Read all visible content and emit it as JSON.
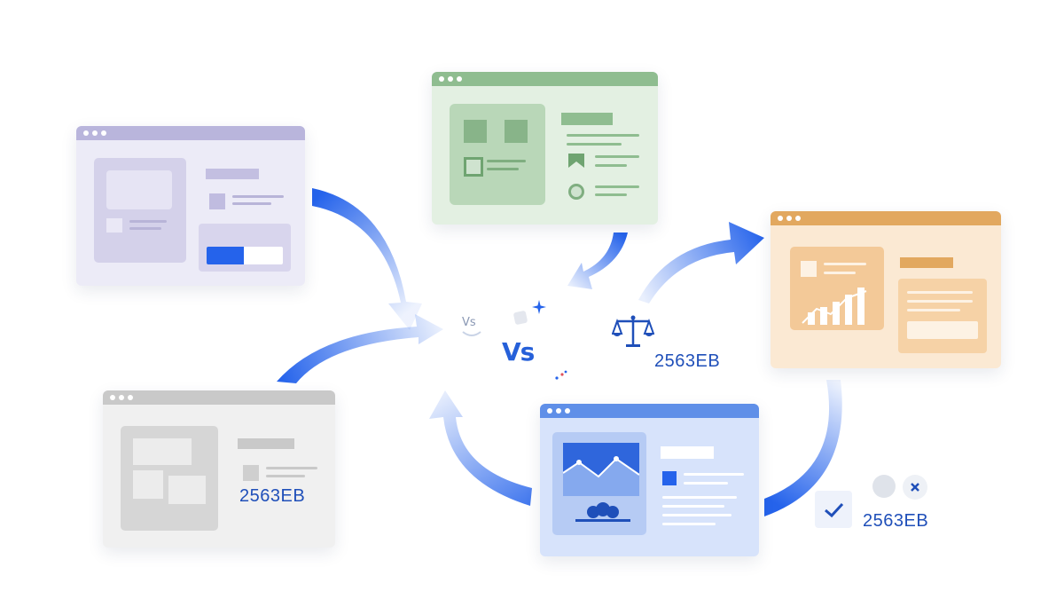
{
  "center": {
    "vs_large": "Vs",
    "vs_small": "Vs"
  },
  "labels": {
    "balance": "2563EB",
    "gray_window": "2563EB",
    "result": "2563EB"
  },
  "icons": {
    "balance": "scale-icon",
    "check": "checkmark-icon",
    "close": "close-icon",
    "sparkle": "sparkle-icon"
  },
  "colors": {
    "accent": "#2563EB",
    "purple_window": "#B9B5DC",
    "green_window": "#8FBD90",
    "orange_window": "#E2A85F",
    "gray_window": "#C9C9C9",
    "blue_window": "#5F8FE8"
  }
}
